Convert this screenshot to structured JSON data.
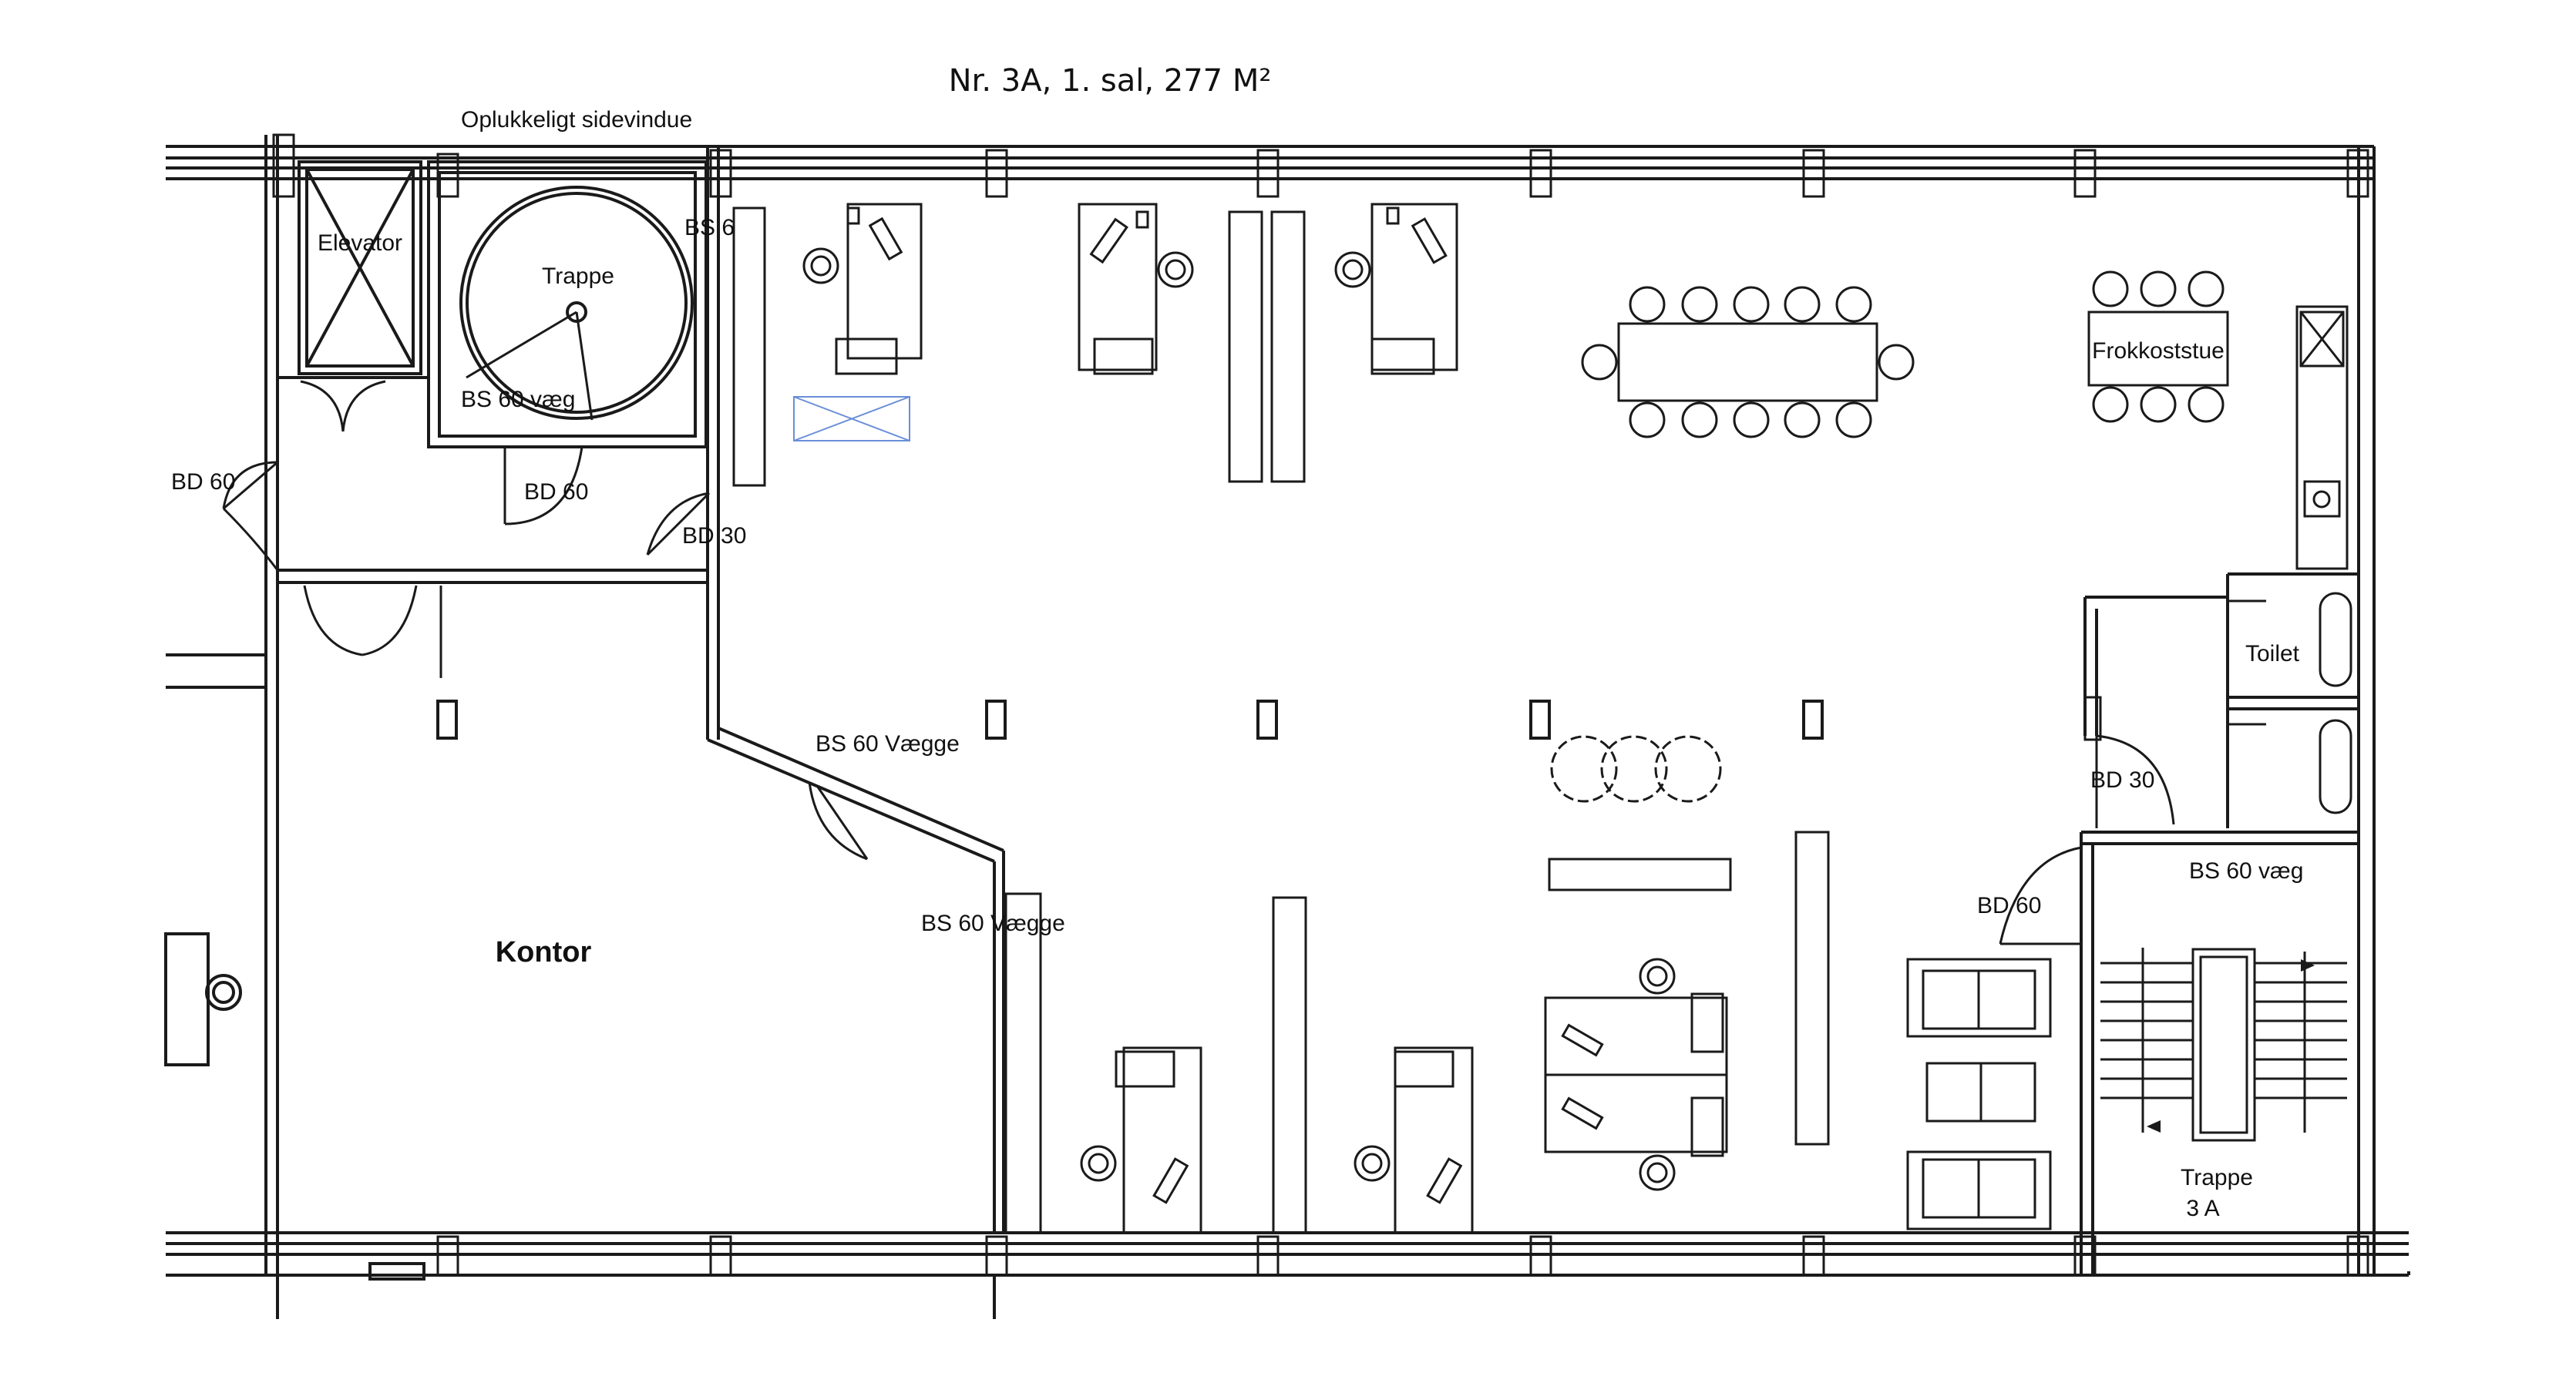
{
  "title": "Nr. 3A, 1. sal, 277 M²",
  "labels": {
    "window": "Oplukkeligt sidevindue",
    "elevator": "Elevator",
    "stair_round": "Trappe",
    "bs_top": "BS 6",
    "bs60_vaeg_stair": "BS 60 væg",
    "bd60_left": "BD 60",
    "bd60_stair": "BD 60",
    "bd30_top": "BD 30",
    "bs60_vaegge_1": "BS 60 Vægge",
    "bs60_vaegge_2": "BS 60 Vægge",
    "kontor": "Kontor",
    "frokoststue": "Frokkoststue",
    "toilet": "Toilet",
    "bd30_right": "BD 30",
    "bs60_vaeg_right": "BS 60 væg",
    "bd60_right": "BD 60",
    "trappe_3a_line1": "Trappe",
    "trappe_3a_line2": "3 A"
  },
  "colors": {
    "line": "#1a1a1a",
    "hatch": "#555555",
    "accent": "#6a8fd8"
  }
}
